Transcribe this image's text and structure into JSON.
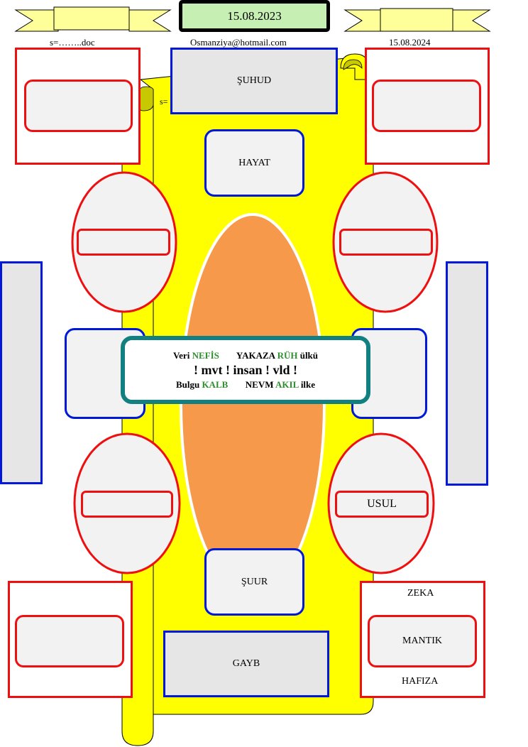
{
  "header": {
    "date_center": "15.08.2023",
    "email": "Osmanziya@hotmail.com",
    "date_right": "15.08.2024",
    "doc_left": "s=……..doc",
    "scroll_text": "s="
  },
  "labels": {
    "shuhud": "ŞUHUD",
    "hayat": "HAYAT",
    "shuur": "ŞUUR",
    "gayb": "GAYB",
    "usul": "USUL",
    "zeka": "ZEKA",
    "mantik": "MANTIK",
    "hafiza": "HAFIZA"
  },
  "center": {
    "line1": {
      "a": "Veri",
      "b": "NEFİS",
      "c": "YAKAZA",
      "d": "RÜH",
      "e": "ülkü"
    },
    "line2": "! mvt ! insan ! vld !",
    "line3": {
      "a": "Bulgu",
      "b": "KALB",
      "c": "NEVM",
      "d": "AKIL",
      "e": "ilke"
    }
  },
  "colors": {
    "scroll_yellow": "#ffff00",
    "scroll_fold": "#c8c800",
    "center_ellipse": "#f7994a",
    "ribbon": "#ffff99",
    "red": "#ee1010",
    "blue": "#0018d8",
    "teal": "#128080",
    "green_text": "#2f8f2f",
    "date_box_fill": "#c6efb4"
  }
}
